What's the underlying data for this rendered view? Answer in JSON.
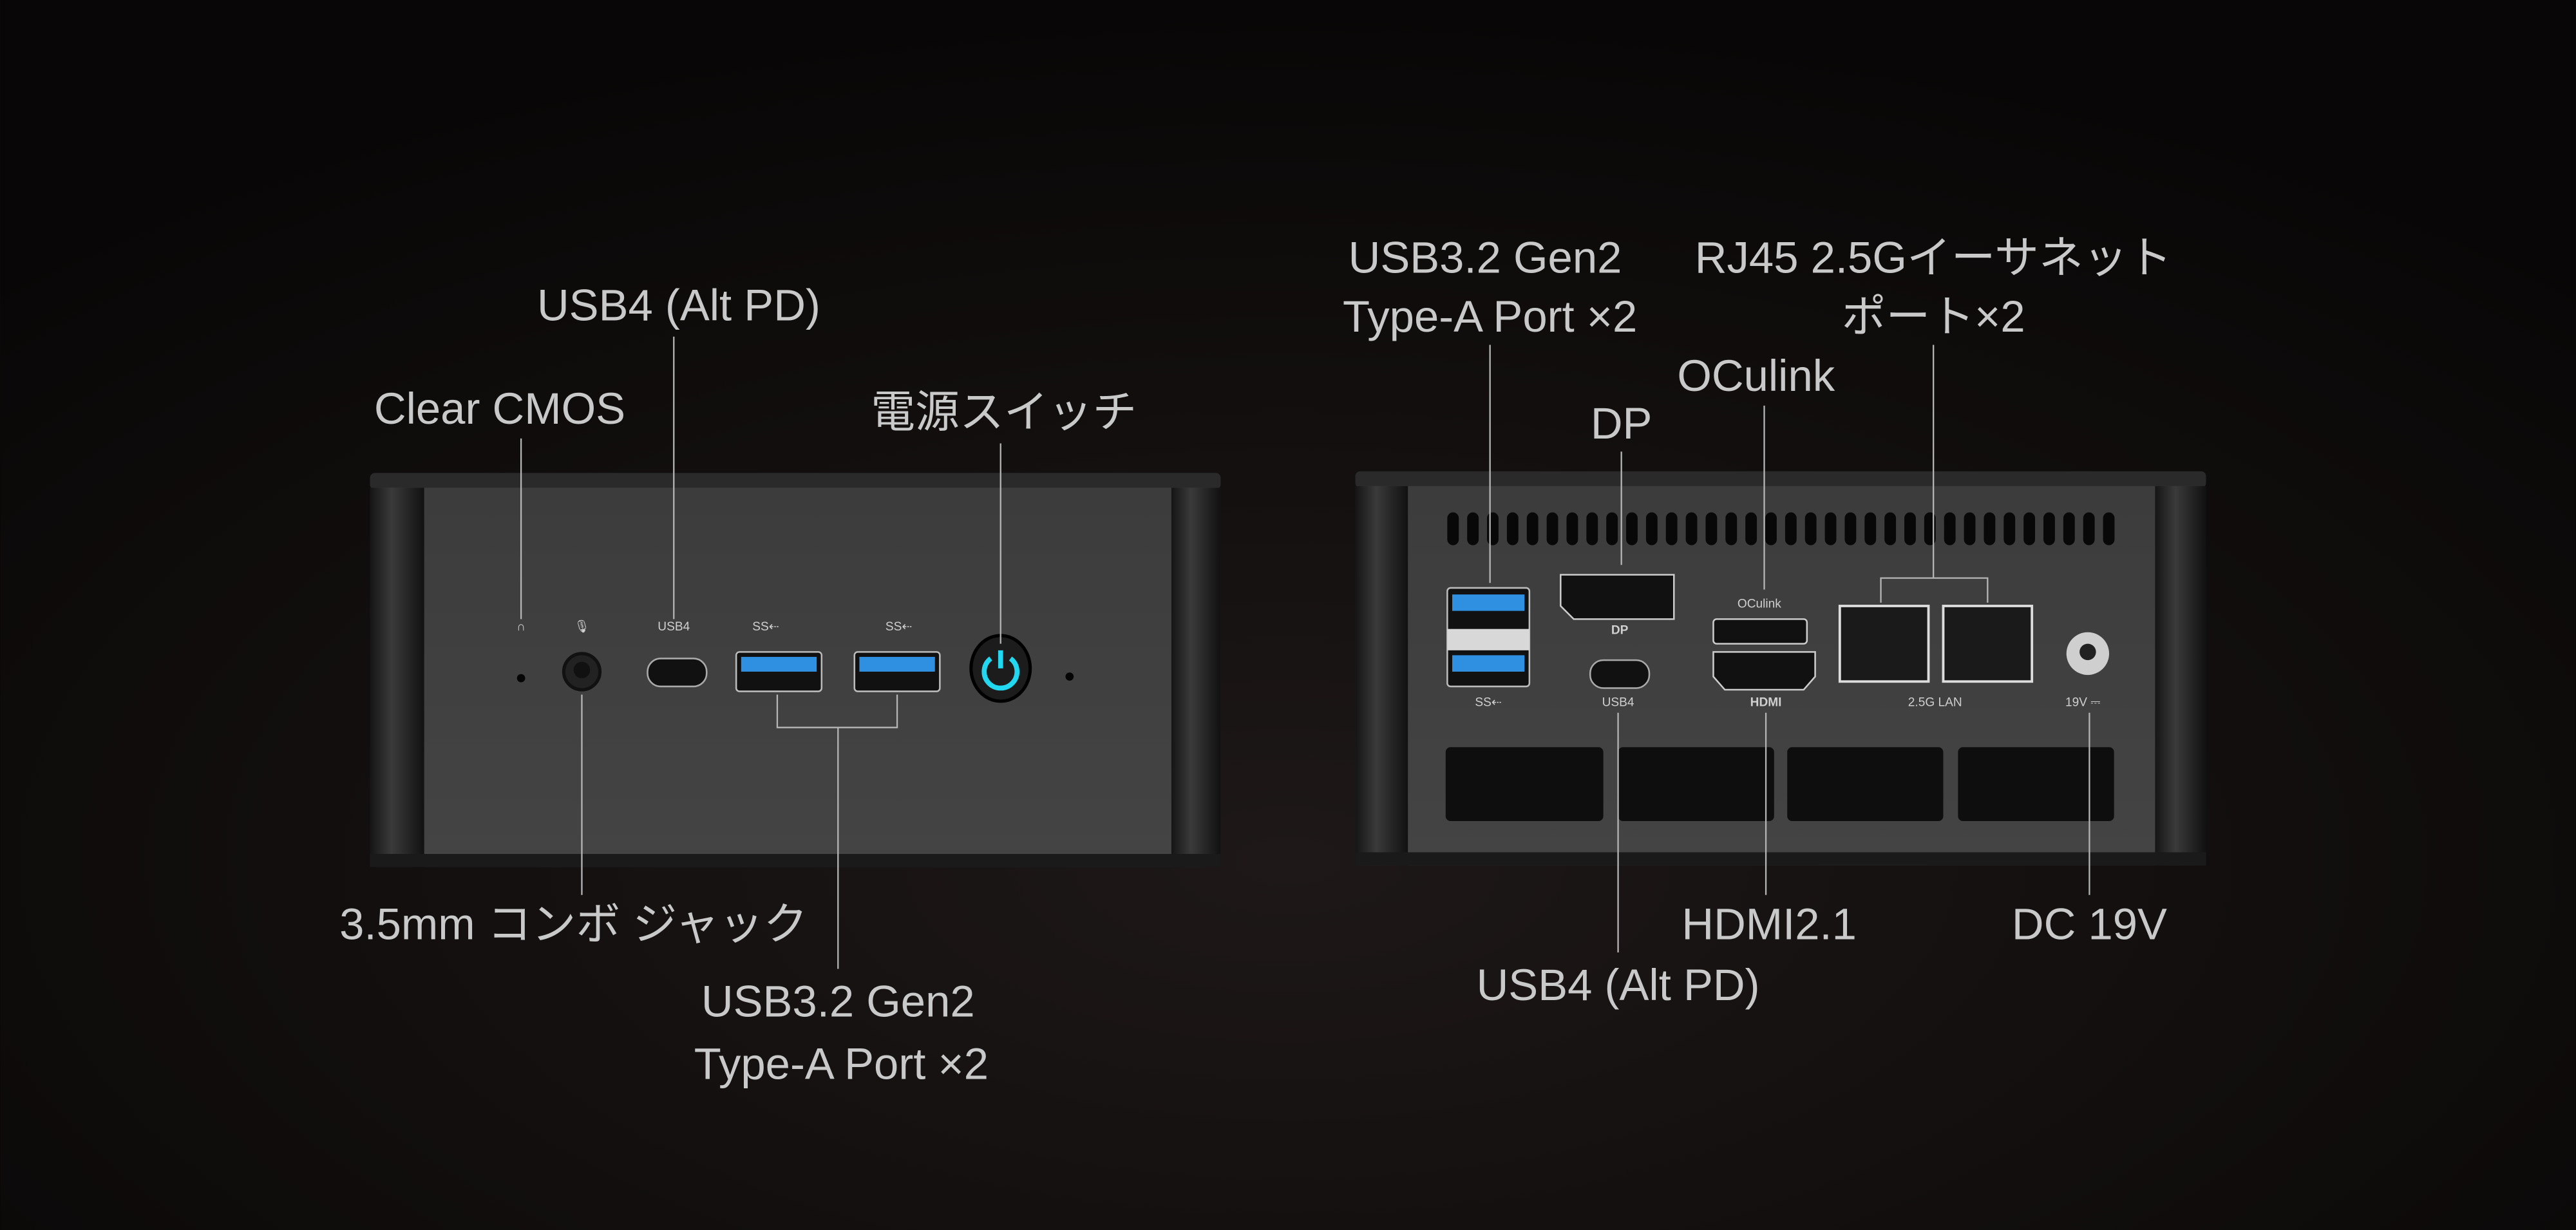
{
  "front": {
    "labels": {
      "usb4": "USB4 (Alt PD)",
      "clear_cmos": "Clear CMOS",
      "power": "電源スイッチ",
      "combo_jack": "3.5mm コンボ ジャック",
      "usb_a_line1": "USB3.2 Gen2",
      "usb_a_line2": "Type-A Port ×2"
    },
    "panel_text": {
      "usb4": "USB4",
      "ss1": "SS⇠",
      "ss2": "SS⇠"
    }
  },
  "back": {
    "labels": {
      "usb_a_line1": "USB3.2 Gen2",
      "usb_a_line2": "Type-A Port ×2",
      "rj45_line1": "RJ45 2.5Gイーサネット",
      "rj45_line2": "ポート×2",
      "oculink": "OCulink",
      "dp": "DP",
      "hdmi": "HDMI2.1",
      "dc": "DC 19V",
      "usb4": "USB4 (Alt PD)"
    },
    "panel_text": {
      "dp": "DP",
      "oculink": "OCulink",
      "ss": "SS⇠",
      "usb4": "USB4",
      "hdmi": "HDMI",
      "lan": "2.5G LAN",
      "dc": "19V ⎓"
    }
  },
  "colors": {
    "background": "#0b0808",
    "chassis": "#3a3a3a",
    "usb_blue": "#2f8fe0",
    "power_glow": "#22d8f0",
    "label": "#c9c9c9"
  }
}
